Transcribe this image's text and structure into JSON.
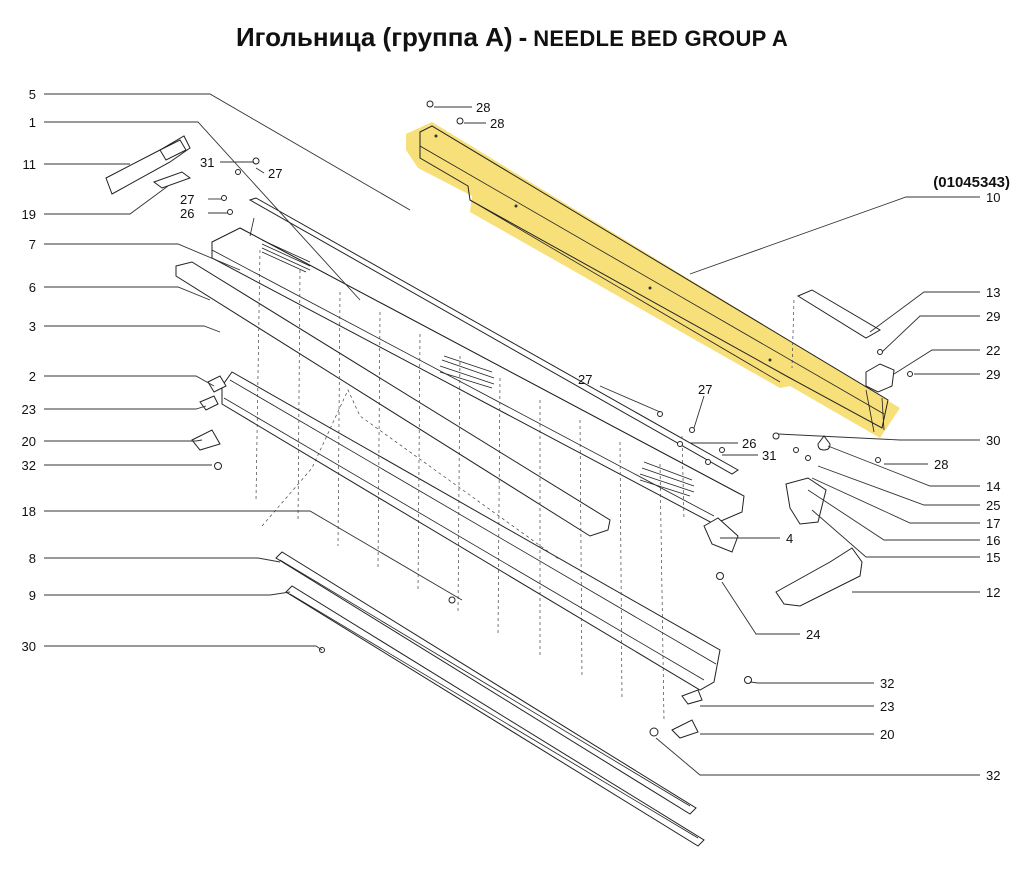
{
  "title": {
    "ru": "Игольница (группа А)",
    "separator": "-",
    "en": "NEEDLE BED GROUP A"
  },
  "part_number": "(01045343)",
  "highlight_color": "#f6db6c",
  "callouts_left": [
    "5",
    "1",
    "11",
    "19",
    "7",
    "6",
    "3",
    "2",
    "23",
    "20",
    "32",
    "18",
    "8",
    "9",
    "30"
  ],
  "callouts_right": [
    "10",
    "13",
    "29",
    "22",
    "29",
    "30",
    "28",
    "14",
    "25",
    "17",
    "16",
    "15",
    "4",
    "12",
    "24",
    "32",
    "23",
    "20",
    "32"
  ],
  "callouts_inner": [
    "28",
    "28",
    "31",
    "27",
    "27",
    "26",
    "27",
    "27",
    "26",
    "31"
  ]
}
